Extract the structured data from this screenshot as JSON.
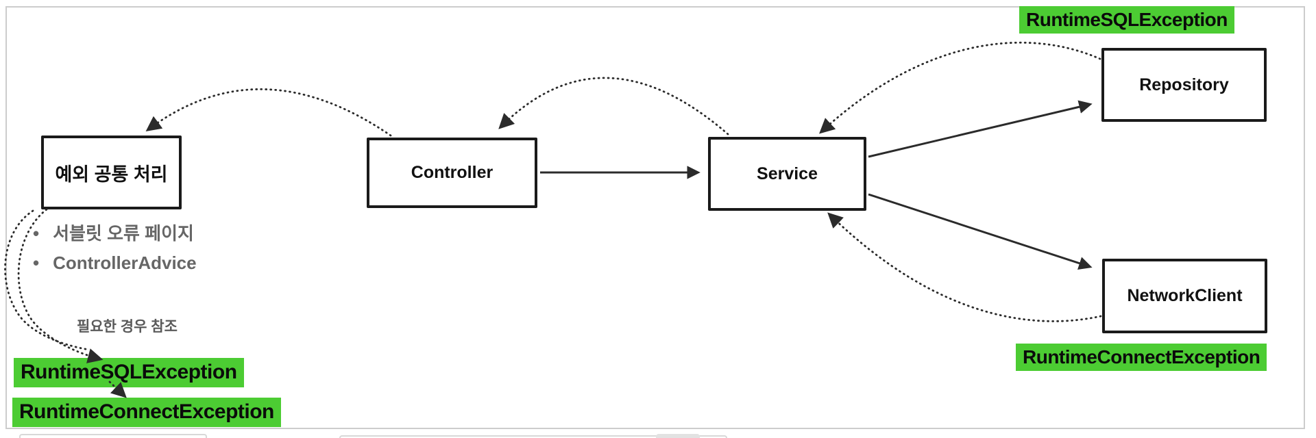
{
  "diagram": {
    "boxes": {
      "exception_handler": {
        "label": "예외 공통 처리"
      },
      "controller": {
        "label": "Controller"
      },
      "service": {
        "label": "Service"
      },
      "repository": {
        "label": "Repository"
      },
      "network_client": {
        "label": "NetworkClient"
      }
    },
    "highlights": {
      "repository_exception": "RuntimeSQLException",
      "network_exception": "RuntimeConnectException",
      "handled_sql_exception": "RuntimeSQLException",
      "handled_connect_exception": "RuntimeConnectException"
    },
    "exception_handler_options": [
      "서블릿 오류 페이지",
      "ControllerAdvice"
    ],
    "bullet_glyph": "•",
    "note": "필요한 경우 참조",
    "colors": {
      "highlight_green": "#4ccc33",
      "box_border": "#1a1a1a",
      "connector": "#2b2b2b",
      "muted_text": "#666666",
      "panel_border": "#cccccc"
    }
  }
}
